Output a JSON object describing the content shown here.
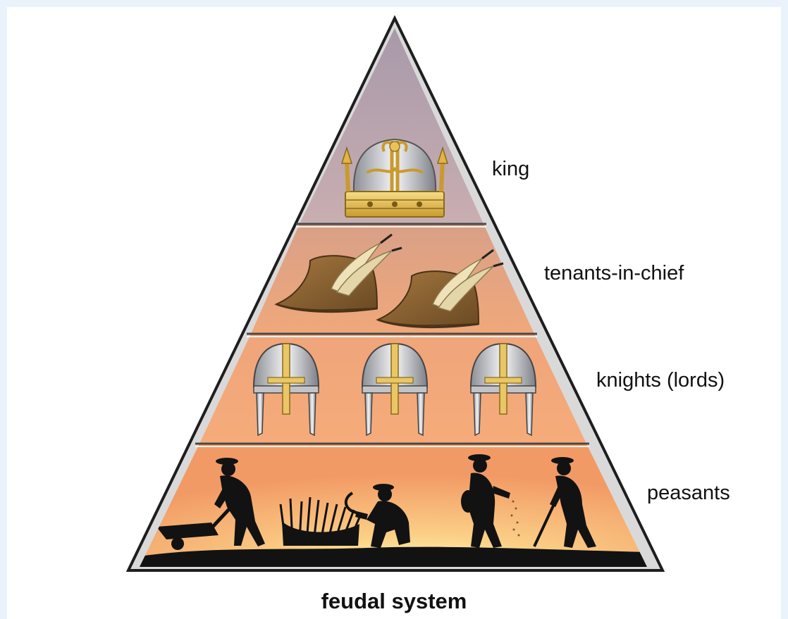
{
  "levels": [
    {
      "label": "king",
      "icon": "crown-icon"
    },
    {
      "label": "tenants-in-chief",
      "icon": "feathered-hat-icon"
    },
    {
      "label": "knights (lords)",
      "icon": "helmet-icon"
    },
    {
      "label": "peasants",
      "icon": "peasant-silhouette-icon"
    }
  ],
  "caption": "feudal system",
  "colors": {
    "tier_king": "#b7a7b8",
    "tier_tenants": "#e7a27f",
    "tier_knights": "#f3a577",
    "tier_peasants": "#f6a46a",
    "sun": "#fff4b0",
    "frame": "#2a2a2a"
  }
}
